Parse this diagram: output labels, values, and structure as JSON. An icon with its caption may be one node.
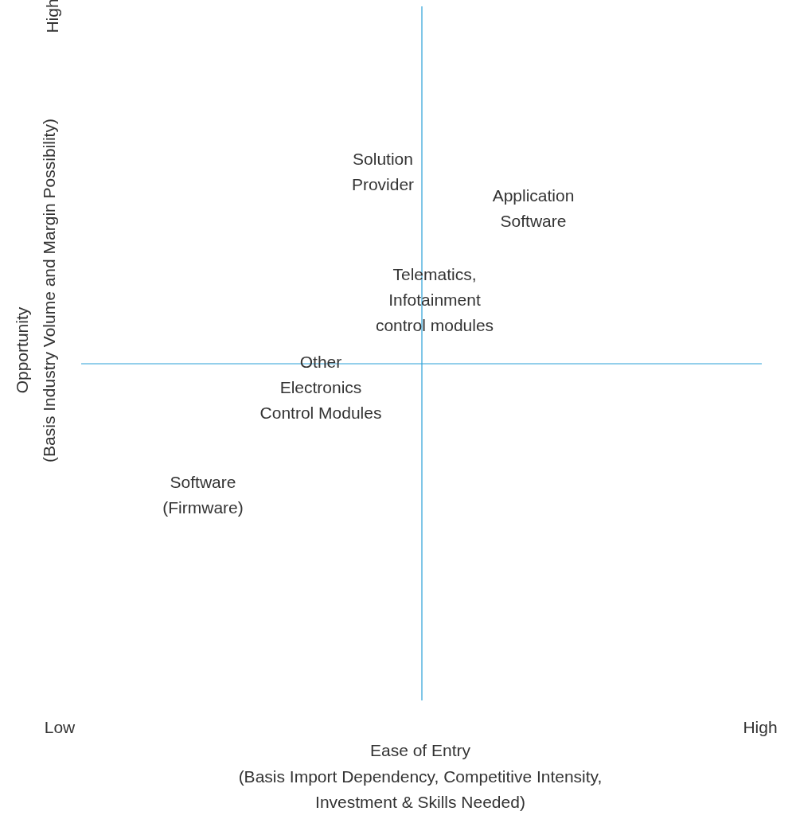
{
  "diagram": {
    "labels": [
      "High",
      "Opportunity",
      "(Basis Industry Volume and Margin Possibility)",
      "Solution Provider",
      "Application Software",
      "Telematics, Infotainment control modules",
      "Other Electronics Control Modules",
      "Software (Firmware)",
      "Low",
      "High",
      "Ease of Entry",
      "(Basis Import Dependency, Competitive Intensity, Investment & Skills Needed)"
    ]
  }
}
